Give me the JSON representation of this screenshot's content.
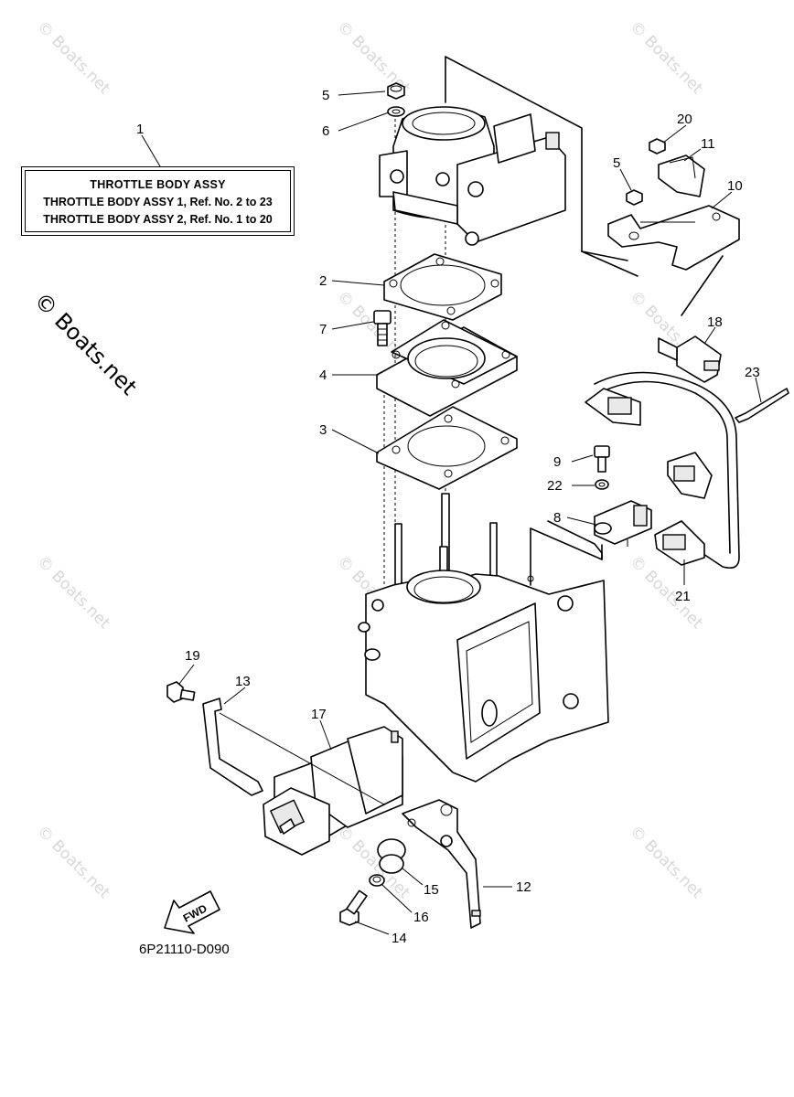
{
  "title_box": {
    "heading": "THROTTLE BODY ASSY",
    "rows": [
      "THROTTLE BODY ASSY 1,  Ref. No. 2 to 23",
      "THROTTLE BODY ASSY 2,  Ref. No. 1 to 20"
    ]
  },
  "callouts": {
    "c1": "1",
    "c2": "2",
    "c3": "3",
    "c4": "4",
    "c5a": "5",
    "c5b": "5",
    "c6": "6",
    "c7": "7",
    "c8": "8",
    "c9": "9",
    "c10": "10",
    "c11": "11",
    "c12": "12",
    "c13": "13",
    "c14": "14",
    "c15": "15",
    "c16": "16",
    "c17": "17",
    "c18": "18",
    "c19": "19",
    "c20": "20",
    "c21": "21",
    "c22": "22",
    "c23": "23"
  },
  "diagram_code": "6P21110-D090",
  "fwd_label": "FWD",
  "watermark": "© Boats.net",
  "colors": {
    "line": "#000000",
    "watermark": "#d8d8d8",
    "background": "#ffffff"
  }
}
